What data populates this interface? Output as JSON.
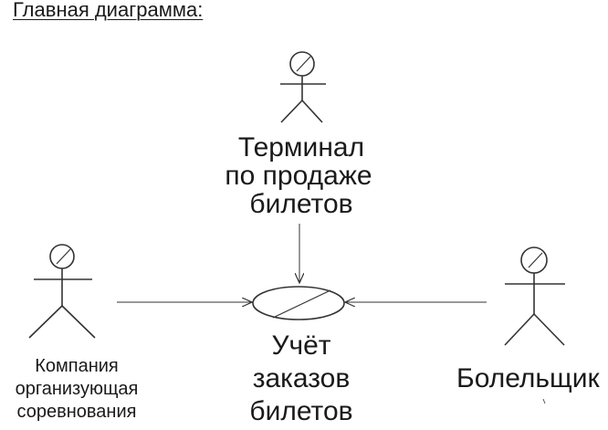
{
  "diagram": {
    "title": "Главная диаграмма:",
    "actors": {
      "terminal": {
        "label_lines": [
          "Терминал",
          "по продаже",
          "билетов"
        ],
        "icon": "stick-figure-icon"
      },
      "company": {
        "label_lines": [
          "Компания",
          "организующая",
          "соревнования"
        ],
        "icon": "stick-figure-icon"
      },
      "fan": {
        "label_lines": [
          "Болельщик"
        ],
        "icon": "stick-figure-icon"
      }
    },
    "use_case": {
      "label_lines": [
        "Учёт",
        "заказов",
        "билетов"
      ]
    },
    "colors": {
      "line": "#333333",
      "text": "#1a1a1a",
      "background": "#ffffff"
    }
  }
}
